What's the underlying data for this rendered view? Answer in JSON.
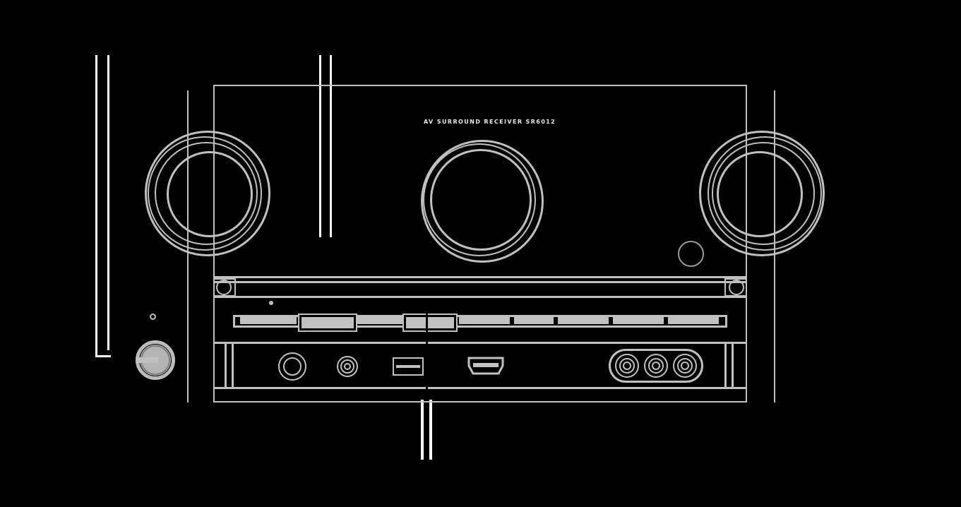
{
  "document": {
    "type": "technical-line-drawing",
    "subject": "AV receiver front panel",
    "background_color": "#000000",
    "line_color": "#c0c0c0",
    "callout_color": "#ffffff"
  },
  "panel": {
    "model_text": "AV SURROUND RECEIVER SR6012",
    "brand": "",
    "chassis": {
      "label": "front-panel-chassis"
    }
  },
  "controls": {
    "input_selector_knob": {
      "name": "input-selector-knob",
      "rings": 4,
      "position": "left"
    },
    "volume_knob": {
      "name": "volume-knob",
      "rings": 3,
      "position": "center"
    },
    "master_volume_knob": {
      "name": "master-volume-knob",
      "rings": 4,
      "position": "right"
    },
    "power_button": {
      "name": "power-standby-button",
      "label": "",
      "position": "lower-left"
    },
    "power_indicator_led": {
      "name": "power-indicator-led",
      "label": ""
    },
    "remote_sensor": {
      "name": "remote-control-sensor",
      "label": ""
    }
  },
  "display": {
    "name": "front-display-window",
    "left_indicator": "display-left-indicator",
    "right_indicator": "display-right-indicator",
    "status_dot": "display-status-dot"
  },
  "button_strip": {
    "name": "function-button-row",
    "buttons": [
      {
        "id": "btn-1",
        "label": "",
        "highlighted": false
      },
      {
        "id": "btn-2",
        "label": "",
        "highlighted": true
      },
      {
        "id": "btn-3",
        "label": "",
        "highlighted": false
      },
      {
        "id": "btn-4",
        "label": "",
        "highlighted": true
      },
      {
        "id": "btn-5",
        "label": "",
        "highlighted": false
      },
      {
        "id": "btn-6",
        "label": "",
        "highlighted": false
      },
      {
        "id": "btn-7",
        "label": "",
        "highlighted": false
      },
      {
        "id": "btn-8",
        "label": "",
        "highlighted": false
      },
      {
        "id": "btn-9",
        "label": "",
        "highlighted": false
      }
    ]
  },
  "connector_panel": {
    "name": "front-connector-panel",
    "ports": [
      {
        "id": "headphone-jack",
        "type": "phones",
        "label": ""
      },
      {
        "id": "setup-mic-jack",
        "type": "mic",
        "label": ""
      },
      {
        "id": "usb-port",
        "type": "usb-a",
        "label": ""
      },
      {
        "id": "hdmi-port",
        "type": "hdmi",
        "label": ""
      },
      {
        "id": "composite-video-jack",
        "type": "rca",
        "label": ""
      },
      {
        "id": "audio-left-jack",
        "type": "rca",
        "label": ""
      },
      {
        "id": "audio-right-jack",
        "type": "rca",
        "label": ""
      }
    ]
  },
  "callouts": {
    "name": "callout-leader-lines",
    "lines": [
      {
        "id": "callout-top-left-outer",
        "orientation": "vertical",
        "color": "#ffffff"
      },
      {
        "id": "callout-top-left-inner",
        "orientation": "vertical",
        "color": "#ffffff"
      },
      {
        "id": "callout-top-mid-outer",
        "orientation": "vertical",
        "color": "#ffffff"
      },
      {
        "id": "callout-top-mid-inner",
        "orientation": "vertical",
        "color": "#ffffff"
      },
      {
        "id": "callout-bottom-left",
        "orientation": "vertical",
        "color": "#ffffff"
      },
      {
        "id": "callout-bottom-right",
        "orientation": "vertical",
        "color": "#ffffff"
      },
      {
        "id": "callout-display-stem",
        "orientation": "vertical",
        "color": "#000000"
      }
    ]
  }
}
